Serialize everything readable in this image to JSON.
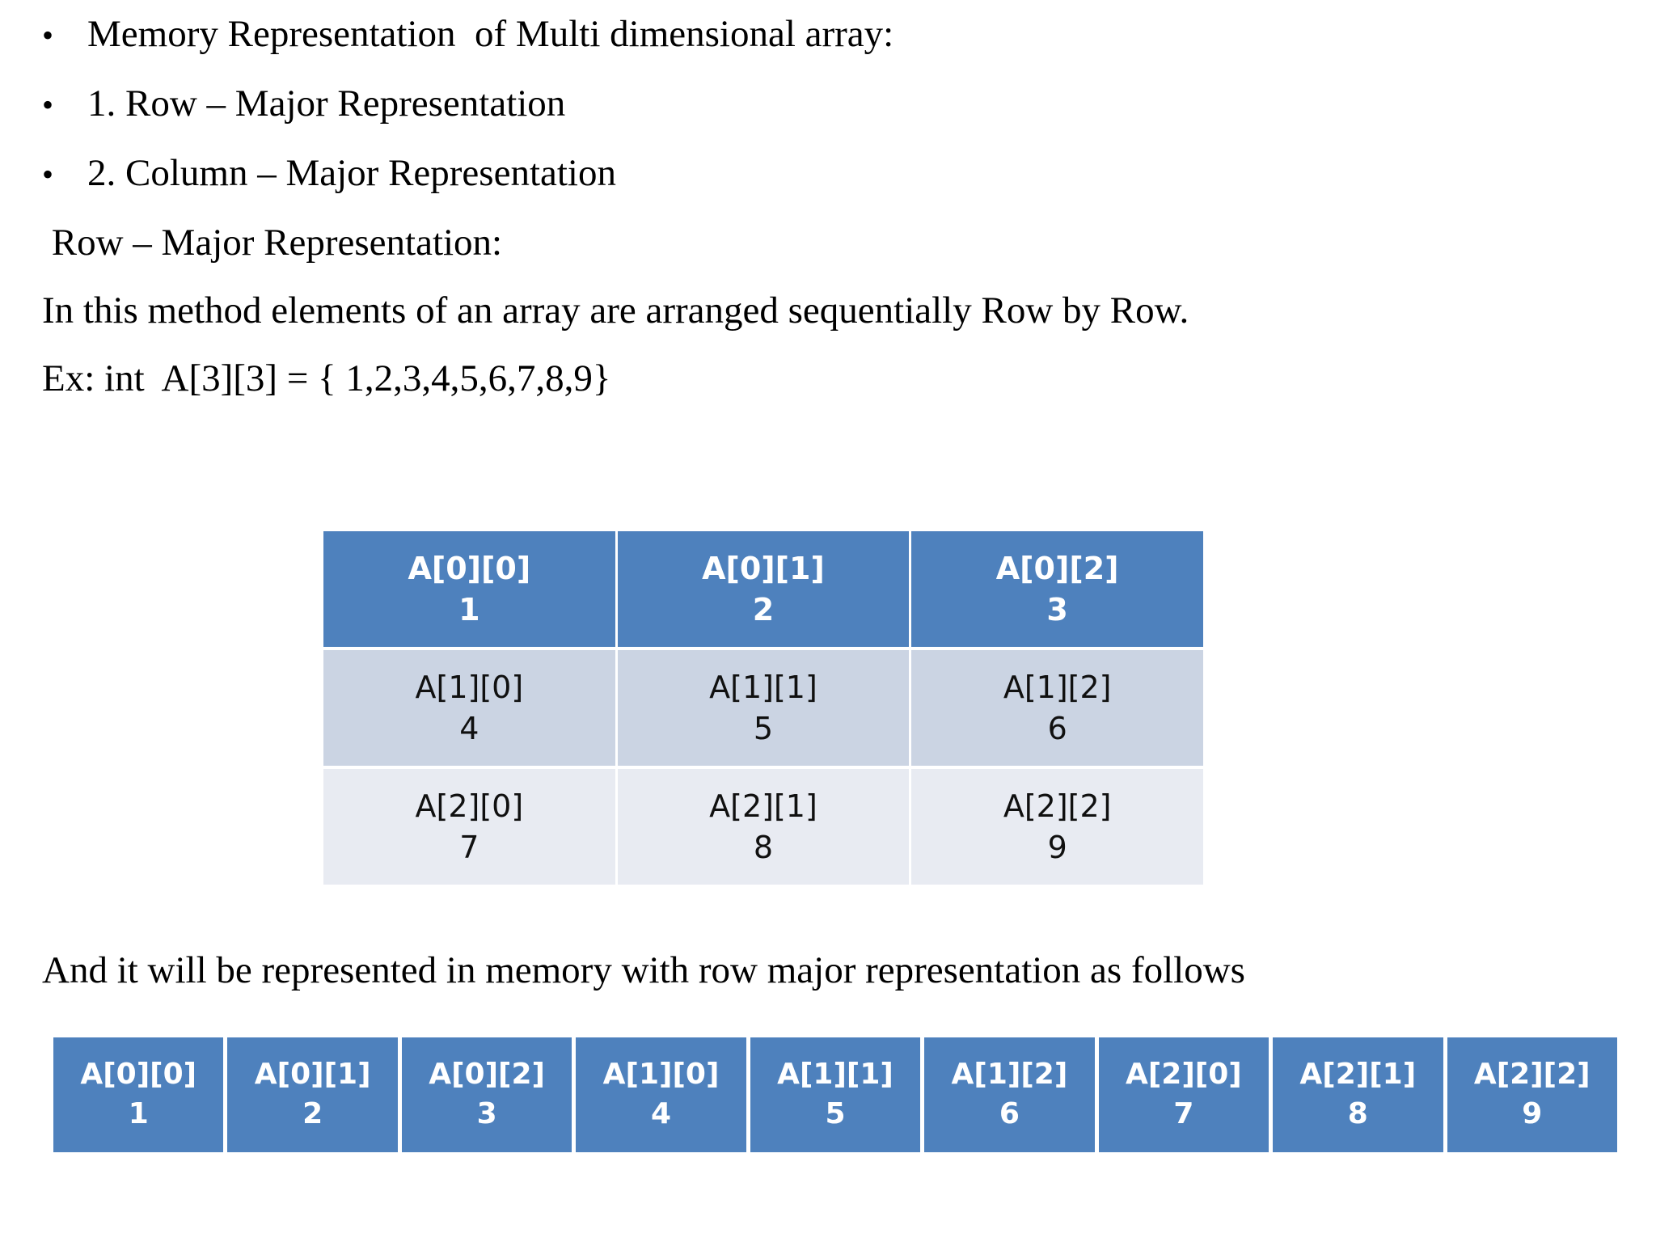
{
  "slide": {
    "background_color": "#FFFFFF",
    "accent_color": "#4E81BD",
    "row_alt_color": "#CBD4E3",
    "row_alt2_color": "#E8EBF2",
    "body_lines": [
      {
        "bullet": "•",
        "text": "Memory Representation  of Multi dimensional array:"
      },
      {
        "bullet": "•",
        "text": "1. Row – Major Representation"
      },
      {
        "bullet": "•",
        "text": "2. Column – Major Representation"
      }
    ],
    "plain_lines": [
      " Row – Major Representation:",
      "In this method elements of an array are arranged sequentially Row by Row.",
      "Ex: int  A[3][3] = { 1,2,3,4,5,6,7,8,9}"
    ],
    "caption": "And it will be represented in memory with row major representation as follows"
  },
  "grid_table": {
    "rows": [
      [
        {
          "index": "A[0][0]",
          "value": "1"
        },
        {
          "index": "A[0][1]",
          "value": "2"
        },
        {
          "index": "A[0][2]",
          "value": "3"
        }
      ],
      [
        {
          "index": "A[1][0]",
          "value": "4"
        },
        {
          "index": "A[1][1]",
          "value": "5"
        },
        {
          "index": "A[1][2]",
          "value": "6"
        }
      ],
      [
        {
          "index": "A[2][0]",
          "value": "7"
        },
        {
          "index": "A[2][1]",
          "value": "8"
        },
        {
          "index": "A[2][2]",
          "value": "9"
        }
      ]
    ]
  },
  "memory_strip": {
    "cells": [
      {
        "index": "A[0][0]",
        "value": "1"
      },
      {
        "index": "A[0][1]",
        "value": "2"
      },
      {
        "index": "A[0][2]",
        "value": "3"
      },
      {
        "index": "A[1][0]",
        "value": "4"
      },
      {
        "index": "A[1][1]",
        "value": "5"
      },
      {
        "index": "A[1][2]",
        "value": "6"
      },
      {
        "index": "A[2][0]",
        "value": "7"
      },
      {
        "index": "A[2][1]",
        "value": "8"
      },
      {
        "index": "A[2][2]",
        "value": "9"
      }
    ]
  }
}
